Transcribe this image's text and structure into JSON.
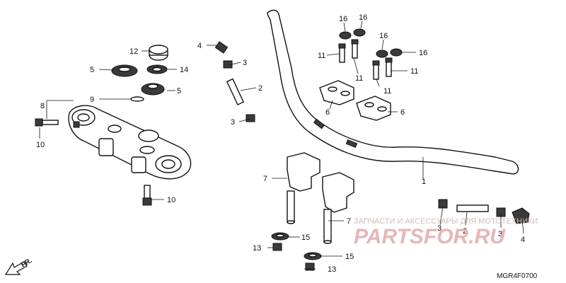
{
  "diagram": {
    "drawing_code": "MGR4F0700",
    "direction_label": "FR.",
    "callouts": [
      {
        "id": "c1",
        "text": "1"
      },
      {
        "id": "c2a",
        "text": "2"
      },
      {
        "id": "c2b",
        "text": "2"
      },
      {
        "id": "c3a",
        "text": "3"
      },
      {
        "id": "c3b",
        "text": "3"
      },
      {
        "id": "c3c",
        "text": "3"
      },
      {
        "id": "c3d",
        "text": "3"
      },
      {
        "id": "c4a",
        "text": "4"
      },
      {
        "id": "c4b",
        "text": "4"
      },
      {
        "id": "c5a",
        "text": "5"
      },
      {
        "id": "c5b",
        "text": "5"
      },
      {
        "id": "c6a",
        "text": "6"
      },
      {
        "id": "c6b",
        "text": "6"
      },
      {
        "id": "c7a",
        "text": "7"
      },
      {
        "id": "c7b",
        "text": "7"
      },
      {
        "id": "c8",
        "text": "8"
      },
      {
        "id": "c9",
        "text": "9"
      },
      {
        "id": "c10a",
        "text": "10"
      },
      {
        "id": "c10b",
        "text": "10"
      },
      {
        "id": "c11a",
        "text": "11"
      },
      {
        "id": "c11b",
        "text": "11"
      },
      {
        "id": "c11c",
        "text": "11"
      },
      {
        "id": "c11d",
        "text": "11"
      },
      {
        "id": "c12",
        "text": "12"
      },
      {
        "id": "c13a",
        "text": "13"
      },
      {
        "id": "c13b",
        "text": "13"
      },
      {
        "id": "c14",
        "text": "14"
      },
      {
        "id": "c15a",
        "text": "15"
      },
      {
        "id": "c15b",
        "text": "15"
      },
      {
        "id": "c16a",
        "text": "16"
      },
      {
        "id": "c16b",
        "text": "16"
      },
      {
        "id": "c16c",
        "text": "16"
      },
      {
        "id": "c16d",
        "text": "16"
      }
    ]
  },
  "watermark": {
    "tagline": "ЗАПЧАСТИ И АКСЕССУАРЫ ДЛЯ МОТОТЕХНИКИ",
    "brand": "PARTSFOR.RU"
  }
}
